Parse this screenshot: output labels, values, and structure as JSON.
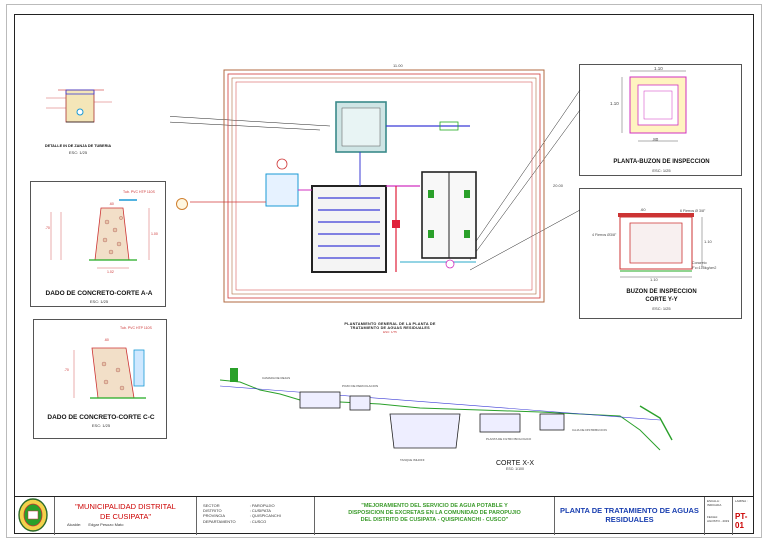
{
  "details": {
    "tuberia": {
      "caption": "DETALLE IN DE ZANJA DE TUBERIA",
      "scale": "ESC: 1/25"
    },
    "dado_aa": {
      "caption": "DADO DE CONCRETO-CORTE A-A",
      "scale": "ESC: 1/25",
      "pipe_note": "Tub. PVC HTP 110S",
      "dims": [
        ".60",
        ".60",
        "1.00",
        ".70",
        ".20",
        "1.02"
      ]
    },
    "dado_cc": {
      "caption": "DADO DE CONCRETO-CORTE C-C",
      "scale": "ESC: 1/25",
      "pipe_note": "Tub. PVC HTP 110S",
      "dims": [
        ".60",
        ".10",
        ".70",
        ".60"
      ]
    },
    "planta_buzon": {
      "caption": "PLANTA-BUZON DE INSPECCION",
      "scale": "ESC: 1/25",
      "dims": [
        "1.10",
        "1.10",
        ".80",
        ".80",
        ".15",
        ".15"
      ]
    },
    "buzon_yy": {
      "caption_line1": "BUZON DE INSPECCION",
      "caption_line2": "CORTE Y-Y",
      "scale": "ESC: 1/25",
      "dims": [
        ".60",
        "0.60",
        "1.10",
        "1.10",
        ".60"
      ],
      "notes": [
        "6 Fierros Ø 3/8\"",
        "4 Fierros Ø3/8\"",
        "Concreto",
        "F'c=175kg/cm2"
      ]
    }
  },
  "plan": {
    "title_line1": "PLANTAMIENTO GENERAL DE LA PLANTA DE",
    "title_line2": "TRATAMIENTO DE AGUAS RESIDUALES",
    "scale": "ESC: 1/75",
    "dim_top": "11.00",
    "dim_right": "20.00"
  },
  "section": {
    "caption": "CORTE X-X",
    "scale": "ESC: 1/100",
    "labels": [
      "CAMARA DE REJAS",
      "PLANTA DE FILTRO BIOLOGICO",
      "POZO DE PERCOLACION",
      "TANQUE IMHOFF",
      "CAJA DE DISTRIBUCION"
    ]
  },
  "titleblock": {
    "municipality_line1": "\"MUNICIPALIDAD DISTRITAL",
    "municipality_line2": "DE CUSIPATA\"",
    "alcalde_label": "Alcalde:",
    "alcalde_name": "Edgar Pesozo Mato",
    "info_keys": [
      "SECTOR",
      "DISTRITO",
      "PROVINCIA",
      "DEPARTAMENTO"
    ],
    "info_values": [
      ": PAROPUJIO",
      ": CUSIPATA",
      ": QUISPICANCHI",
      ": CUSCO"
    ],
    "project_line1": "\"MEJORAMIENTO DEL SERVICIO DE AGUA POTABLE Y",
    "project_line2": "DISPOSICION DE EXCRETAS EN LA COMUNIDAD DE PAROPUJIO",
    "project_line3": "DEL DISTRITO DE CUSIPATA - QUISPICANCHI - CUSCO\"",
    "sheet_title_line1": "PLANTA DE TRATAMIENTO DE AGUAS",
    "sheet_title_line2": "RESIDUALES",
    "escala_label": "ESCALA :",
    "escala_value": "INDICADA",
    "fecha_label": "FECHA:",
    "fecha_value": "AGOSTO - 2019",
    "lamina_label": "LAMINA :",
    "sheet_code": "PT-01"
  },
  "colors": {
    "pipe_red": "#e0203a",
    "pipe_blue": "#3b3bd6",
    "frame_brown": "#b06a40",
    "green": "#2aa02a",
    "cyan": "#2aa8c8",
    "magenta": "#d030c0"
  }
}
